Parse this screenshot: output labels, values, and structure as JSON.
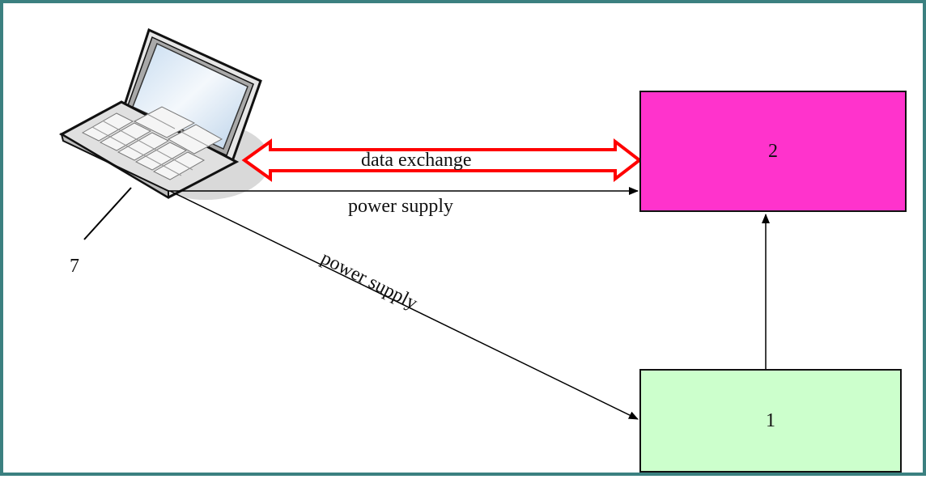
{
  "diagram": {
    "boxes": [
      {
        "id": "box2",
        "label": "2",
        "fill": "#ff33cc"
      },
      {
        "id": "box1",
        "label": "1",
        "fill": "#ccffcc"
      }
    ],
    "connections": [
      {
        "from": "laptop",
        "to": "box2",
        "label": "data exchange",
        "style": "double-arrow",
        "color": "#ff0000"
      },
      {
        "from": "laptop",
        "to": "box2",
        "label": "power supply",
        "style": "arrow"
      },
      {
        "from": "laptop",
        "to": "box1",
        "label": "power supply",
        "style": "arrow"
      },
      {
        "from": "box1",
        "to": "box2",
        "label": "",
        "style": "arrow"
      }
    ],
    "laptop_reference": "7"
  },
  "colors": {
    "frame": "#3b8080",
    "data_arrow": "#ff0000",
    "box2_fill": "#ff33cc",
    "box1_fill": "#ccffcc"
  }
}
